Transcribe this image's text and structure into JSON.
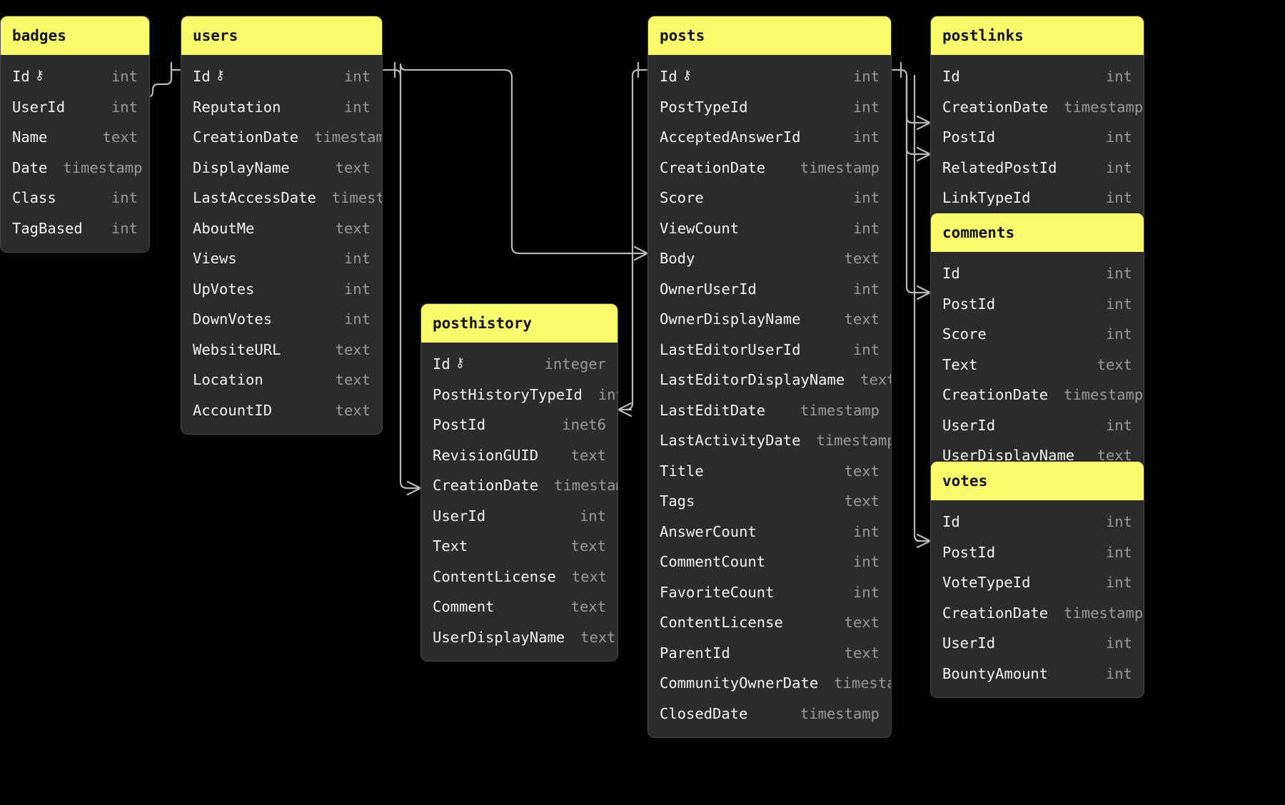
{
  "diagram": {
    "type": "entity-relationship-diagram",
    "background_color": "#000000",
    "header_color": "#fbfb6e",
    "card_color": "#2b2b2b",
    "field_text_color": "#f2f2f2",
    "type_text_color": "#9a9a9a",
    "connector_color": "#b9b9b9",
    "key_glyph": "⚷"
  },
  "tables": [
    {
      "id": "badges",
      "name": "badges",
      "fields": [
        {
          "name": "Id",
          "type": "int",
          "primary_key": true
        },
        {
          "name": "UserId",
          "type": "int",
          "primary_key": false
        },
        {
          "name": "Name",
          "type": "text",
          "primary_key": false
        },
        {
          "name": "Date",
          "type": "timestamp",
          "primary_key": false
        },
        {
          "name": "Class",
          "type": "int",
          "primary_key": false
        },
        {
          "name": "TagBased",
          "type": "int",
          "primary_key": false
        }
      ]
    },
    {
      "id": "users",
      "name": "users",
      "fields": [
        {
          "name": "Id",
          "type": "int",
          "primary_key": true
        },
        {
          "name": "Reputation",
          "type": "int",
          "primary_key": false
        },
        {
          "name": "CreationDate",
          "type": "timestamp",
          "primary_key": false
        },
        {
          "name": "DisplayName",
          "type": "text",
          "primary_key": false
        },
        {
          "name": "LastAccessDate",
          "type": "timestamp",
          "primary_key": false
        },
        {
          "name": "AboutMe",
          "type": "text",
          "primary_key": false
        },
        {
          "name": "Views",
          "type": "int",
          "primary_key": false
        },
        {
          "name": "UpVotes",
          "type": "int",
          "primary_key": false
        },
        {
          "name": "DownVotes",
          "type": "int",
          "primary_key": false
        },
        {
          "name": "WebsiteURL",
          "type": "text",
          "primary_key": false
        },
        {
          "name": "Location",
          "type": "text",
          "primary_key": false
        },
        {
          "name": "AccountID",
          "type": "text",
          "primary_key": false
        }
      ]
    },
    {
      "id": "posthistory",
      "name": "posthistory",
      "fields": [
        {
          "name": "Id",
          "type": "integer",
          "primary_key": true
        },
        {
          "name": "PostHistoryTypeId",
          "type": "int",
          "primary_key": false
        },
        {
          "name": "PostId",
          "type": "inet6",
          "primary_key": false
        },
        {
          "name": "RevisionGUID",
          "type": "text",
          "primary_key": false
        },
        {
          "name": "CreationDate",
          "type": "timestamp",
          "primary_key": false
        },
        {
          "name": "UserId",
          "type": "int",
          "primary_key": false
        },
        {
          "name": "Text",
          "type": "text",
          "primary_key": false
        },
        {
          "name": "ContentLicense",
          "type": "text",
          "primary_key": false
        },
        {
          "name": "Comment",
          "type": "text",
          "primary_key": false
        },
        {
          "name": "UserDisplayName",
          "type": "text",
          "primary_key": false
        }
      ]
    },
    {
      "id": "posts",
      "name": "posts",
      "fields": [
        {
          "name": "Id",
          "type": "int",
          "primary_key": true
        },
        {
          "name": "PostTypeId",
          "type": "int",
          "primary_key": false
        },
        {
          "name": "AcceptedAnswerId",
          "type": "int",
          "primary_key": false
        },
        {
          "name": "CreationDate",
          "type": "timestamp",
          "primary_key": false
        },
        {
          "name": "Score",
          "type": "int",
          "primary_key": false
        },
        {
          "name": "ViewCount",
          "type": "int",
          "primary_key": false
        },
        {
          "name": "Body",
          "type": "text",
          "primary_key": false
        },
        {
          "name": "OwnerUserId",
          "type": "int",
          "primary_key": false
        },
        {
          "name": "OwnerDisplayName",
          "type": "text",
          "primary_key": false
        },
        {
          "name": "LastEditorUserId",
          "type": "int",
          "primary_key": false
        },
        {
          "name": "LastEditorDisplayName",
          "type": "text",
          "primary_key": false
        },
        {
          "name": "LastEditDate",
          "type": "timestamp",
          "primary_key": false
        },
        {
          "name": "LastActivityDate",
          "type": "timestamp",
          "primary_key": false
        },
        {
          "name": "Title",
          "type": "text",
          "primary_key": false
        },
        {
          "name": "Tags",
          "type": "text",
          "primary_key": false
        },
        {
          "name": "AnswerCount",
          "type": "int",
          "primary_key": false
        },
        {
          "name": "CommentCount",
          "type": "int",
          "primary_key": false
        },
        {
          "name": "FavoriteCount",
          "type": "int",
          "primary_key": false
        },
        {
          "name": "ContentLicense",
          "type": "text",
          "primary_key": false
        },
        {
          "name": "ParentId",
          "type": "text",
          "primary_key": false
        },
        {
          "name": "CommunityOwnerDate",
          "type": "timestamp",
          "primary_key": false
        },
        {
          "name": "ClosedDate",
          "type": "timestamp",
          "primary_key": false
        }
      ]
    },
    {
      "id": "postlinks",
      "name": "postlinks",
      "fields": [
        {
          "name": "Id",
          "type": "int",
          "primary_key": false
        },
        {
          "name": "CreationDate",
          "type": "timestamp",
          "primary_key": false
        },
        {
          "name": "PostId",
          "type": "int",
          "primary_key": false
        },
        {
          "name": "RelatedPostId",
          "type": "int",
          "primary_key": false
        },
        {
          "name": "LinkTypeId",
          "type": "int",
          "primary_key": false
        }
      ]
    },
    {
      "id": "comments",
      "name": "comments",
      "fields": [
        {
          "name": "Id",
          "type": "int",
          "primary_key": false
        },
        {
          "name": "PostId",
          "type": "int",
          "primary_key": false
        },
        {
          "name": "Score",
          "type": "int",
          "primary_key": false
        },
        {
          "name": "Text",
          "type": "text",
          "primary_key": false
        },
        {
          "name": "CreationDate",
          "type": "timestamp",
          "primary_key": false
        },
        {
          "name": "UserId",
          "type": "int",
          "primary_key": false
        },
        {
          "name": "UserDisplayName",
          "type": "text",
          "primary_key": false
        }
      ]
    },
    {
      "id": "votes",
      "name": "votes",
      "fields": [
        {
          "name": "Id",
          "type": "int",
          "primary_key": false
        },
        {
          "name": "PostId",
          "type": "int",
          "primary_key": false
        },
        {
          "name": "VoteTypeId",
          "type": "int",
          "primary_key": false
        },
        {
          "name": "CreationDate",
          "type": "timestamp",
          "primary_key": false
        },
        {
          "name": "UserId",
          "type": "int",
          "primary_key": false
        },
        {
          "name": "BountyAmount",
          "type": "int",
          "primary_key": false
        }
      ]
    }
  ],
  "relationships": [
    {
      "from_table": "users",
      "from_field": "Id",
      "to_table": "badges",
      "to_field": "UserId"
    },
    {
      "from_table": "users",
      "from_field": "Id",
      "to_table": "posts",
      "to_field": "OwnerUserId"
    },
    {
      "from_table": "users",
      "from_field": "Id",
      "to_table": "posthistory",
      "to_field": "UserId"
    },
    {
      "from_table": "posts",
      "from_field": "Id",
      "to_table": "posthistory",
      "to_field": "PostId"
    },
    {
      "from_table": "posts",
      "from_field": "Id",
      "to_table": "postlinks",
      "to_field": "PostId"
    },
    {
      "from_table": "posts",
      "from_field": "Id",
      "to_table": "postlinks",
      "to_field": "RelatedPostId"
    },
    {
      "from_table": "posts",
      "from_field": "Id",
      "to_table": "comments",
      "to_field": "PostId"
    },
    {
      "from_table": "posts",
      "from_field": "Id",
      "to_table": "votes",
      "to_field": "PostId"
    }
  ]
}
